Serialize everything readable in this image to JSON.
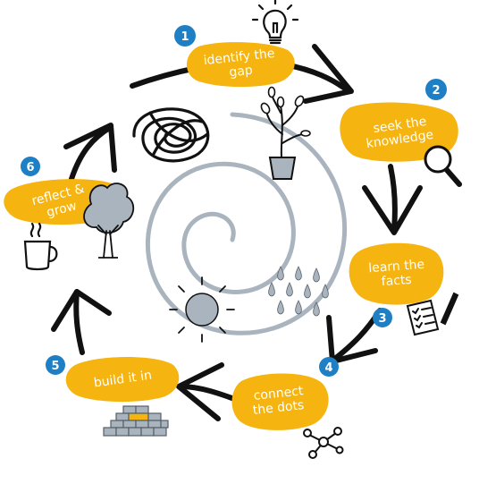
{
  "colors": {
    "blob": "#F5B40F",
    "badge": "#1E7FC4",
    "ink": "#111111",
    "spiral": "#A9B4BE",
    "icon_grey": "#A9B4BE",
    "brick_yellow": "#F5B40F"
  },
  "steps": [
    {
      "number": "1",
      "line1": "identify the",
      "line2": "gap"
    },
    {
      "number": "2",
      "line1": "seek the",
      "line2": "knowledge"
    },
    {
      "number": "3",
      "line1": "learn the",
      "line2": "facts"
    },
    {
      "number": "4",
      "line1": "connect",
      "line2": "the dots"
    },
    {
      "number": "5",
      "line1": "build it in",
      "line2": ""
    },
    {
      "number": "6",
      "line1": "reflect &",
      "line2": "grow"
    }
  ],
  "icons": [
    "lightbulb-icon",
    "plant-pot-icon",
    "magnifier-icon",
    "checklist-pen-icon",
    "network-nodes-icon",
    "brick-pyramid-icon",
    "coffee-mug-icon",
    "tree-icon",
    "tangle-icon",
    "sun-icon",
    "raindrops-icon",
    "spiral-icon"
  ]
}
